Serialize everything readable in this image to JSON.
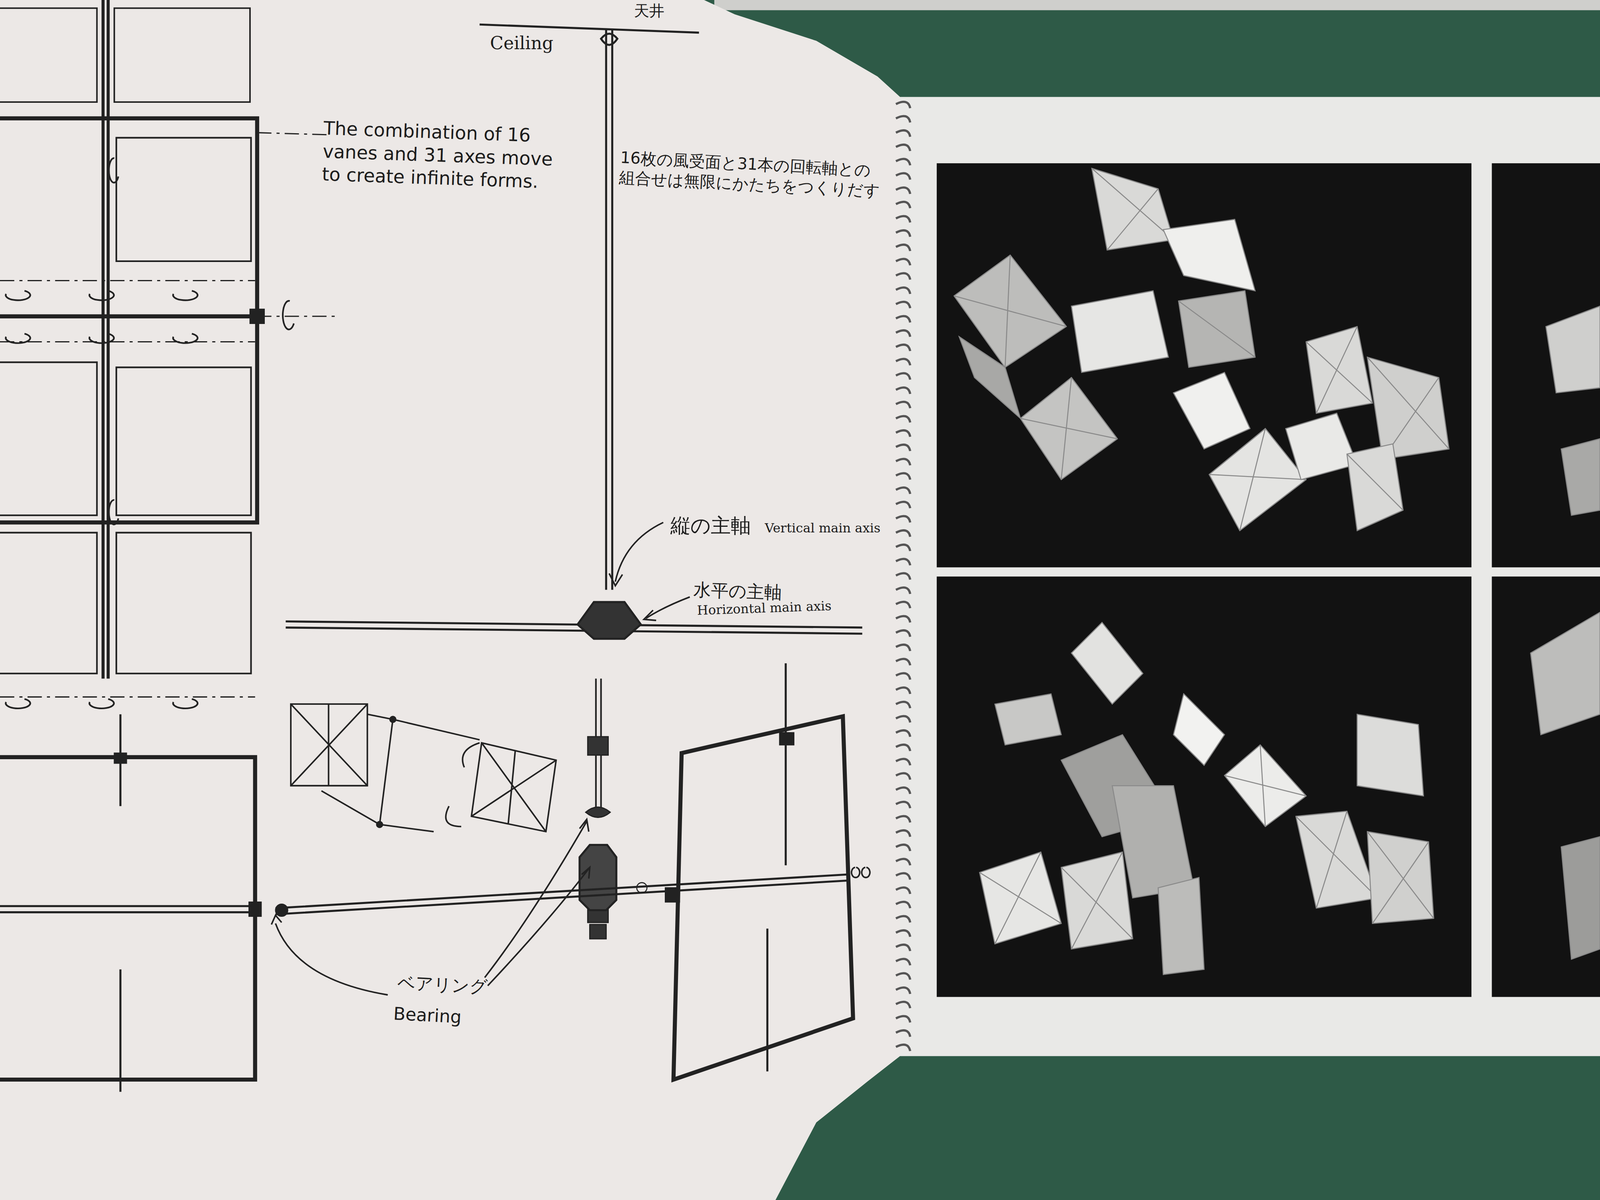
{
  "diagram": {
    "labels": [
      "天井",
      "Ceiling",
      "The combination of 16 vanes and 31 axes move to create infinite forms.",
      "16枚の風受面と31本の回転軸との組合せは無限にかたちをつくりだす",
      "縦の主軸",
      "Vertical main axis",
      "水平の主軸",
      "Horizontal main axis",
      "ベアリング",
      "Bearing"
    ]
  }
}
